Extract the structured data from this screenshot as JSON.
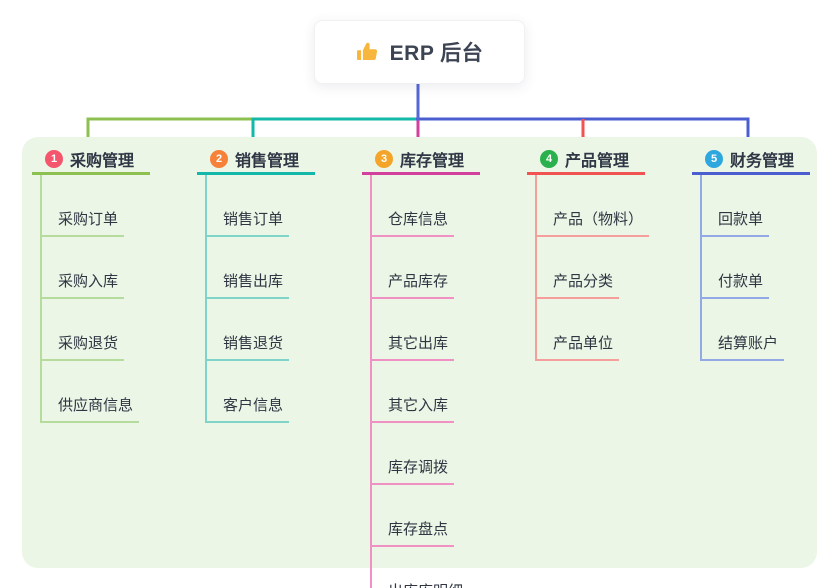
{
  "root": {
    "title": "ERP 后台",
    "icon": "thumbs-up",
    "icon_color": "#f6b73c",
    "line_color": "#5467d8"
  },
  "panel": {
    "background": "#ebf6e7"
  },
  "connectors": {
    "line_width": 3
  },
  "branches": [
    {
      "number": "1",
      "label": "采购管理",
      "badge_color": "#f4566e",
      "line_color": "#8cc152",
      "light_color": "#b5dc9c",
      "items": [
        "采购订单",
        "采购入库",
        "采购退货",
        "供应商信息"
      ]
    },
    {
      "number": "2",
      "label": "销售管理",
      "badge_color": "#f58238",
      "line_color": "#13b8a8",
      "light_color": "#7fd4c9",
      "items": [
        "销售订单",
        "销售出库",
        "销售退货",
        "客户信息"
      ]
    },
    {
      "number": "3",
      "label": "库存管理",
      "badge_color": "#f5a42a",
      "line_color": "#d23f9c",
      "light_color": "#ef92c3",
      "items": [
        "仓库信息",
        "产品库存",
        "其它出库",
        "其它入库",
        "库存调拨",
        "库存盘点",
        "出库库明细"
      ]
    },
    {
      "number": "4",
      "label": "产品管理",
      "badge_color": "#2ab14d",
      "line_color": "#f05352",
      "light_color": "#f49f9b",
      "items": [
        "产品（物料）",
        "产品分类",
        "产品单位"
      ]
    },
    {
      "number": "5",
      "label": "财务管理",
      "badge_color": "#2ea7de",
      "line_color": "#4a5ed0",
      "light_color": "#93a9e6",
      "items": [
        "回款单",
        "付款单",
        "结算账户"
      ]
    }
  ]
}
